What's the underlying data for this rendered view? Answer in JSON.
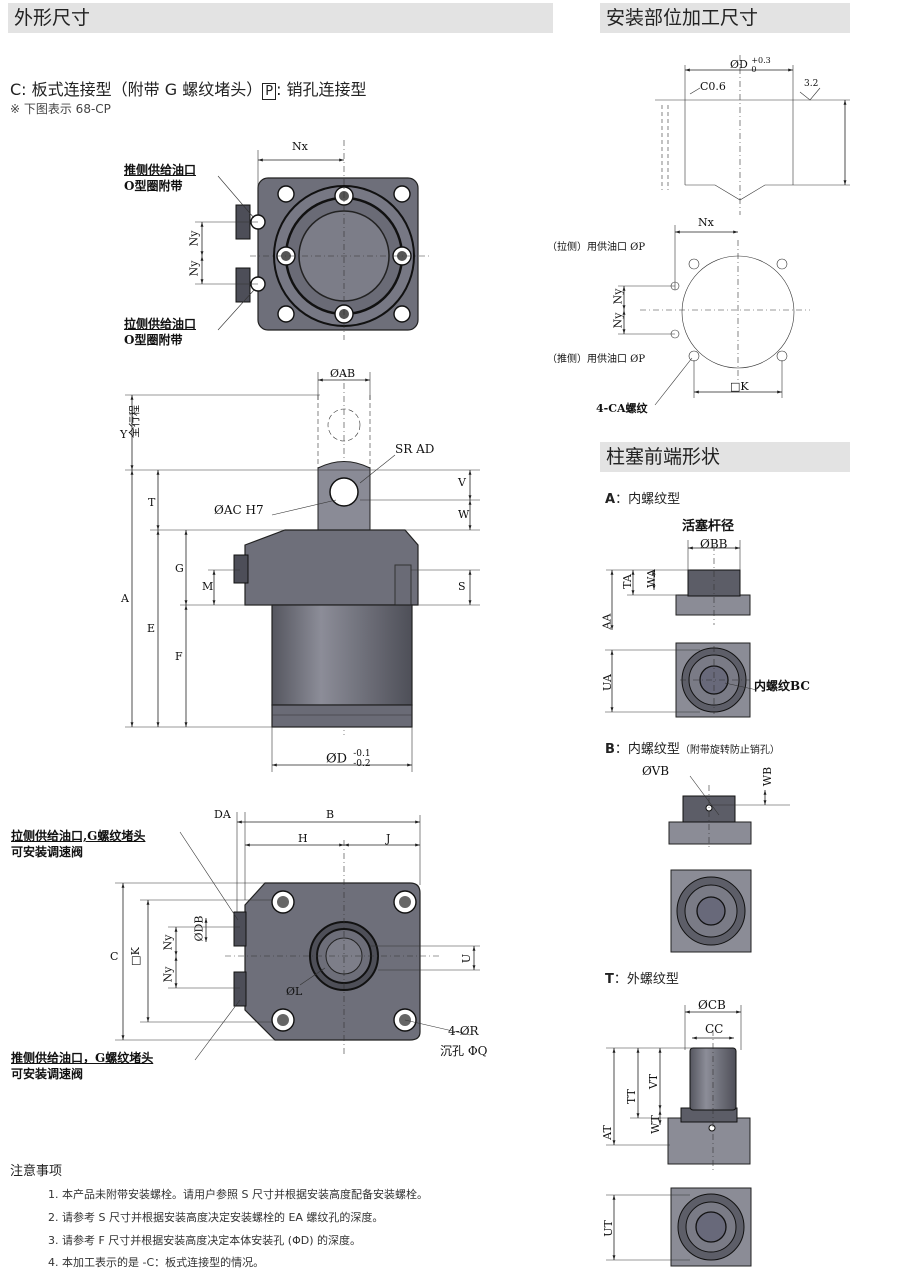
{
  "left_section": {
    "title": "外形尺寸",
    "subtitle_pre": "C: 板式连接型（附带 G 螺纹堵头）",
    "subtitle_box": "P",
    "subtitle_post": ": 销孔连接型",
    "subtitle_note": "※ 下图表示 68-CP"
  },
  "right_section": {
    "title": "安装部位加工尺寸",
    "plunger_title": "柱塞前端形状",
    "type_a_key": "A",
    "type_a_label": "：内螺纹型",
    "type_b_key": "B",
    "type_b_label": "：内螺纹型",
    "type_b_note": "（附带旋转防止销孔）",
    "type_t_key": "T",
    "type_t_label": "：外螺纹型"
  },
  "top_view": {
    "nx": "Nx",
    "ny": "Ny",
    "push_port_1": "推侧供给油口",
    "push_port_2": "O型圈附带",
    "pull_port_1": "拉侧供给油口",
    "pull_port_2": "O型圈附带"
  },
  "side_view": {
    "ab": "ØAB",
    "srad": "SR AD",
    "ac": "ØAC H7",
    "y": "Y",
    "stroke": "全行程",
    "t": "T",
    "a": "A",
    "e": "E",
    "f": "F",
    "g": "G",
    "m": "M",
    "v": "V",
    "w": "W",
    "s": "S",
    "d": "ØD",
    "d_tol_up": "-0.1",
    "d_tol_low": "-0.2"
  },
  "bottom_view": {
    "da": "DA",
    "b": "B",
    "h": "H",
    "j": "J",
    "c": "C",
    "k": "□K",
    "ny": "Ny",
    "db": "ØDB",
    "u": "U",
    "l": "ØL",
    "r": "4-ØR",
    "q": "沉孔 ΦQ",
    "pull_port_1": "拉侧供给油口,G螺纹堵头",
    "pull_port_2": "可安装调速阀",
    "push_port_1": "推侧供给油口，G螺纹堵头",
    "push_port_2": "可安装调速阀"
  },
  "mount_view": {
    "d": "ØD",
    "d_tol_up": "+0.3",
    "d_tol_low": "0",
    "c06": "C0.6",
    "rough": "3.2",
    "nx": "Nx",
    "ny": "Ny",
    "pull_port": "（拉侧）用供油口 ØP",
    "push_port": "（推侧）用供油口 ØP",
    "k": "□K",
    "ca": "4-CA螺纹"
  },
  "plunger_a": {
    "rod": "活塞杆径",
    "bb": "ØBB",
    "ta": "TA",
    "wa": "WA",
    "aa": "AA",
    "ua": "UA",
    "bc": "内螺纹BC"
  },
  "plunger_b": {
    "vb": "ØVB",
    "wb": "WB"
  },
  "plunger_t": {
    "cb": "ØCB",
    "cc": "CC",
    "tt": "TT",
    "vt": "VT",
    "at": "AT",
    "wt": "WT",
    "ut": "UT"
  },
  "notes": {
    "title": "注意事项",
    "items": [
      "1. 本产品未附带安装螺栓。请用户参照 S 尺寸并根据安装高度配备安装螺栓。",
      "2. 请参考 S 尺寸并根据安装高度决定安装螺栓的 EA 螺纹孔的深度。",
      "3. 请参考 F 尺寸并根据安装高度决定本体安装孔 (ΦD) 的深度。",
      "4. 本加工表示的是 -C：板式连接型的情况。"
    ]
  },
  "colors": {
    "header_bg": "#e3e3e3",
    "body_metal": "#6e6f7a"
  }
}
